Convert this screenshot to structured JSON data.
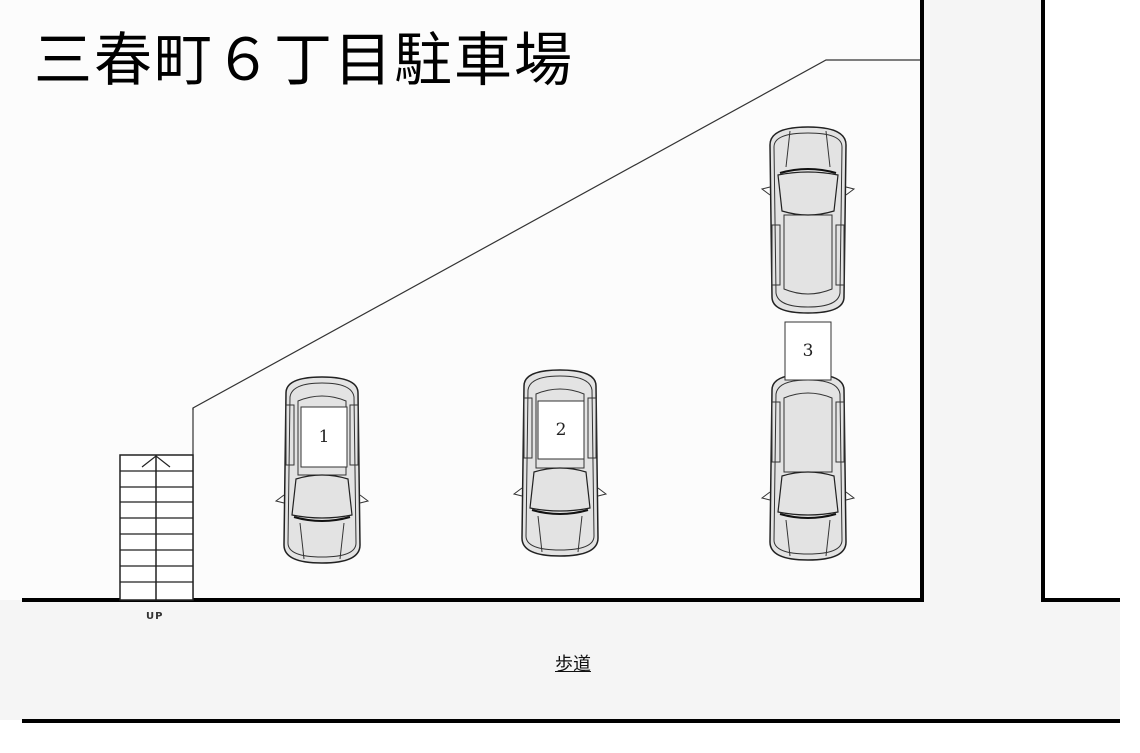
{
  "title": "三春町６丁目駐車場",
  "labels": {
    "stairs": "UP",
    "sidewalk": "歩道"
  },
  "spaces": [
    {
      "number": "1",
      "vehicles": 1
    },
    {
      "number": "2",
      "vehicles": 1
    },
    {
      "number": "3",
      "vehicles": 2
    }
  ],
  "colors": {
    "car_fill": "#e3e3e3",
    "road_fill": "#f5f5f5",
    "line": "#000000"
  }
}
